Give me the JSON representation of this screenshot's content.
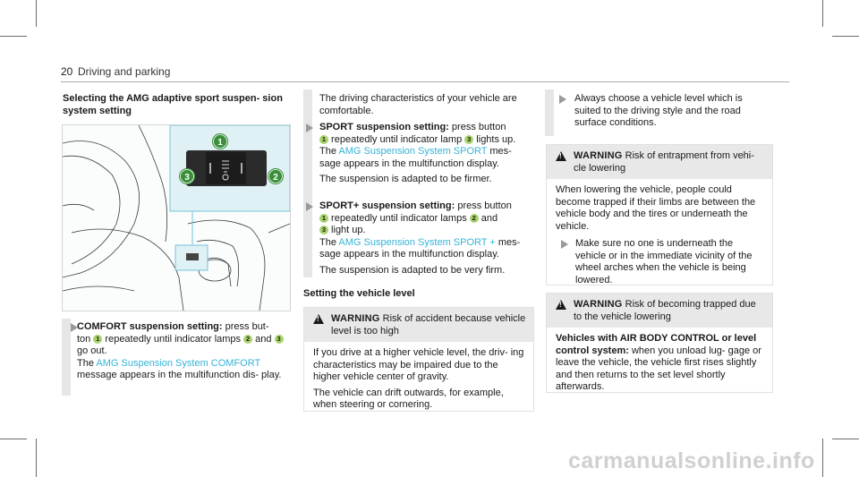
{
  "header": {
    "page_number": "20",
    "section": "Driving and parking"
  },
  "col1": {
    "heading": "Selecting the AMG adaptive sport suspen- sion system setting",
    "figure_callouts": [
      "1",
      "3",
      "2"
    ],
    "comfort": {
      "title": "COMFORT suspension setting:",
      "text1": " press but- ton ",
      "text2": " repeatedly until indicator lamps ",
      "text3": " and ",
      "text4": " go out.",
      "the": "The ",
      "message": "AMG Suspension System COMFORT",
      "text5": " message appears in the multifunction dis- play.",
      "n1": "1",
      "n2": "2",
      "n3": "3"
    }
  },
  "col2": {
    "intro": "The driving characteristics of your vehicle are comfortable.",
    "sport": {
      "title": "SPORT suspension setting:",
      "text1": " press button ",
      "text2": " repeatedly until indicator lamp ",
      "text3": " lights up.",
      "the": "The ",
      "message": "AMG Suspension System SPORT",
      "text4": " mes- sage appears in the multifunction display.",
      "result": "The suspension is adapted to be firmer.",
      "n1": "1",
      "n3": "3"
    },
    "sportplus": {
      "title": "SPORT+ suspension setting:",
      "text1": " press button ",
      "text2": " repeatedly until indicator lamps ",
      "text3": " and ",
      "text4": " light up.",
      "the": "The ",
      "message": "AMG Suspension System SPORT +",
      "text5": " mes- sage appears in the multifunction display.",
      "result": "The suspension is adapted to be very firm.",
      "n1": "1",
      "n2": "2",
      "n3": "3"
    },
    "level_heading": "Setting the vehicle level",
    "warning1": {
      "label": "WARNING",
      "title": " Risk of accident because vehicle level is too high",
      "p1": "If you drive at a higher vehicle level, the driv- ing characteristics may be impaired due to the higher vehicle center of gravity.",
      "p2": "The vehicle can drift outwards, for example, when steering or cornering."
    }
  },
  "col3": {
    "tip": "Always choose a vehicle level which is suited to the driving style and the road surface conditions.",
    "warning2": {
      "label": "WARNING",
      "title": " Risk of entrapment from vehi- cle lowering",
      "p1": "When lowering the vehicle, people could become trapped if their limbs are between the vehicle body and the tires or underneath the vehicle.",
      "p2": "Make sure no one is underneath the vehicle or in the immediate vicinity of the wheel arches when the vehicle is being lowered."
    },
    "warning3": {
      "label": "WARNING",
      "title": " Risk of becoming trapped due to the vehicle lowering",
      "p_title": "Vehicles with AIR BODY CONTROL or level control system:",
      "p_text": " when you unload lug- gage or leave the vehicle, the vehicle first rises slightly and then returns to the set level shortly afterwards."
    }
  },
  "watermark": "carmanualsonline.info",
  "colors": {
    "accent_cyan": "#35b3d6",
    "callout_green": "#a8d36a",
    "callout_dark": "#3a8f3a",
    "warning_bg": "#e8e8e8"
  }
}
